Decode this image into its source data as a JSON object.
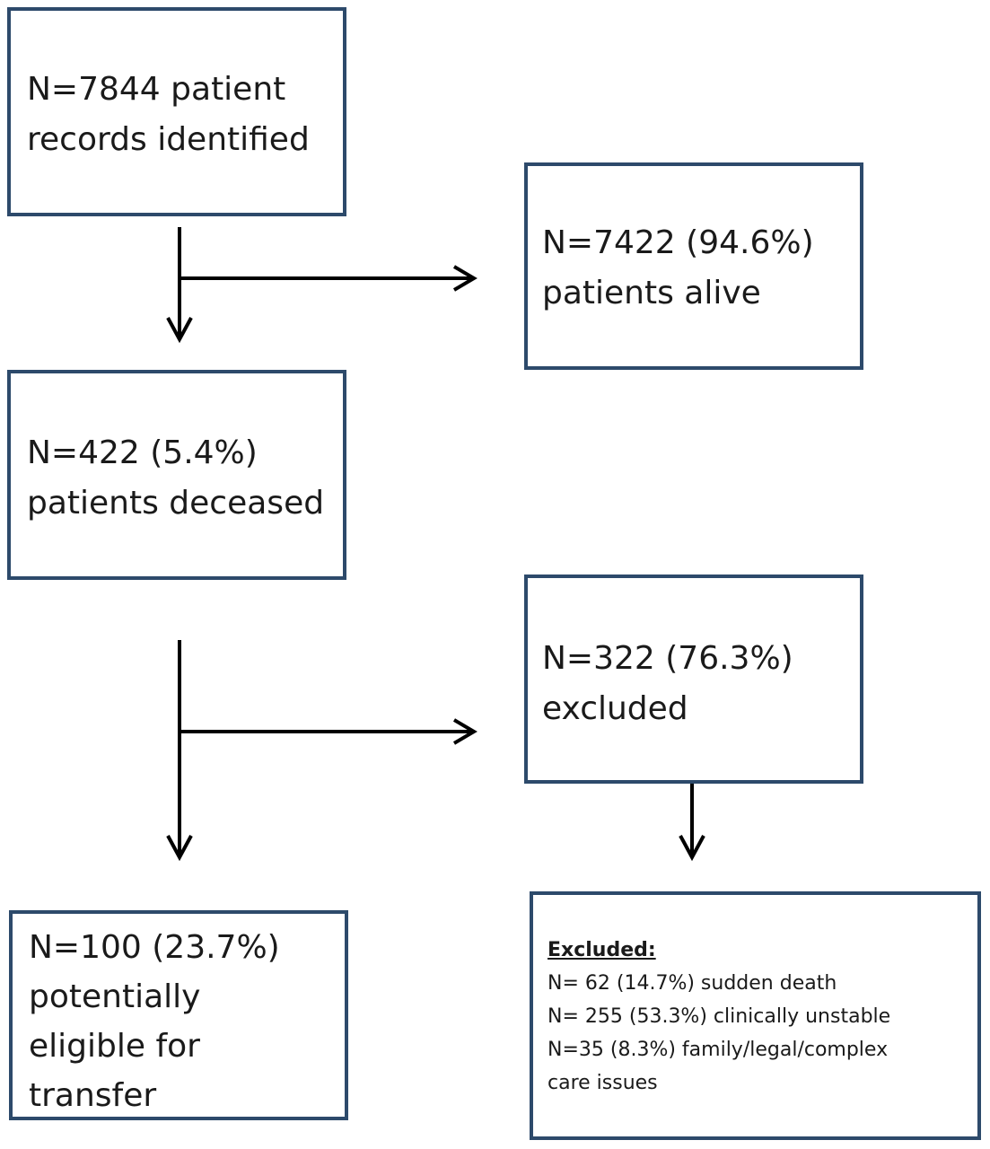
{
  "boxes": {
    "records": {
      "lines": [
        "N=7844 patient",
        "records identified"
      ]
    },
    "alive": {
      "lines": [
        "N=7422 (94.6%)",
        "patients alive"
      ]
    },
    "deceased": {
      "lines": [
        "N=422 (5.4%)",
        "patients deceased"
      ]
    },
    "excluded": {
      "lines": [
        "N=322 (76.3%)",
        "excluded"
      ]
    },
    "eligible": {
      "lines": [
        "N=100 (23.7%)",
        "potentially",
        "eligible for",
        "transfer"
      ]
    },
    "exclusion_details": {
      "title": "Excluded:",
      "lines": [
        "N= 62 (14.7%) sudden death",
        "N= 255 (53.3%) clinically unstable",
        "N=35 (8.3%) family/legal/complex",
        "care issues"
      ]
    }
  },
  "colors": {
    "box_border": "#2d4a6b",
    "arrow": "#000000",
    "text": "#1a1a1a"
  }
}
